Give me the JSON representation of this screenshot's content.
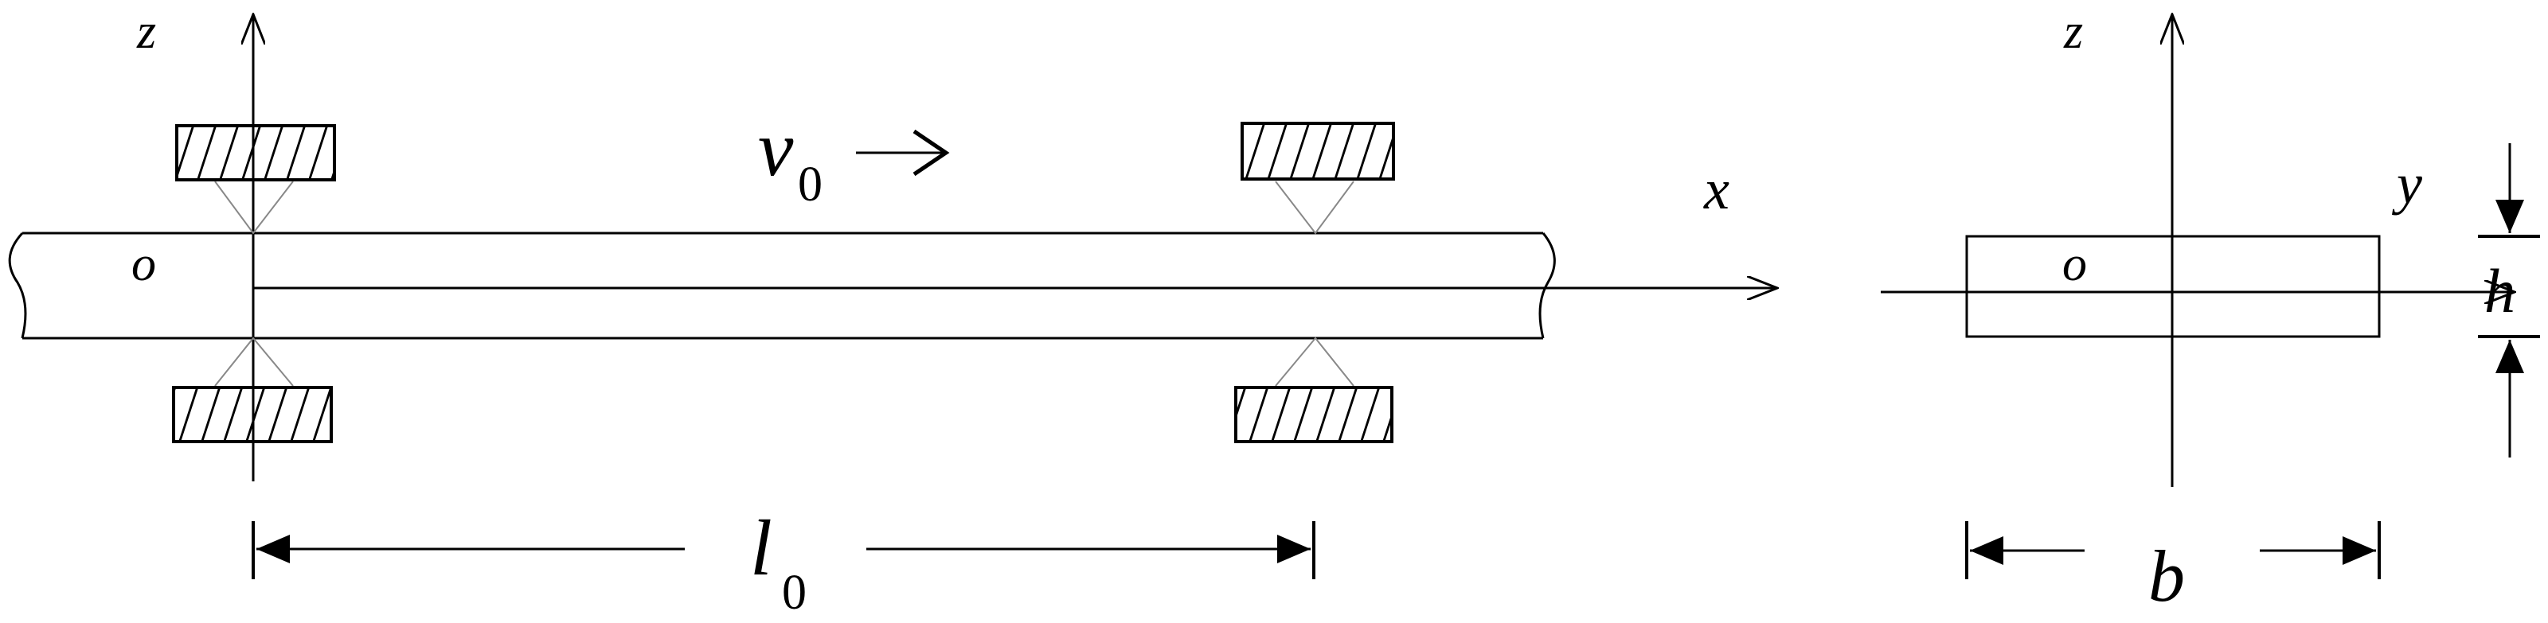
{
  "left_view": {
    "axis_z": "z",
    "axis_x": "x",
    "origin": "o",
    "velocity_symbol": "v",
    "velocity_subscript": "0",
    "velocity_arrow": "→",
    "span_symbol": "l",
    "span_subscript": "0"
  },
  "right_view": {
    "axis_z": "z",
    "axis_y": "y",
    "origin": "o",
    "height_symbol": "h",
    "width_symbol": "b"
  }
}
